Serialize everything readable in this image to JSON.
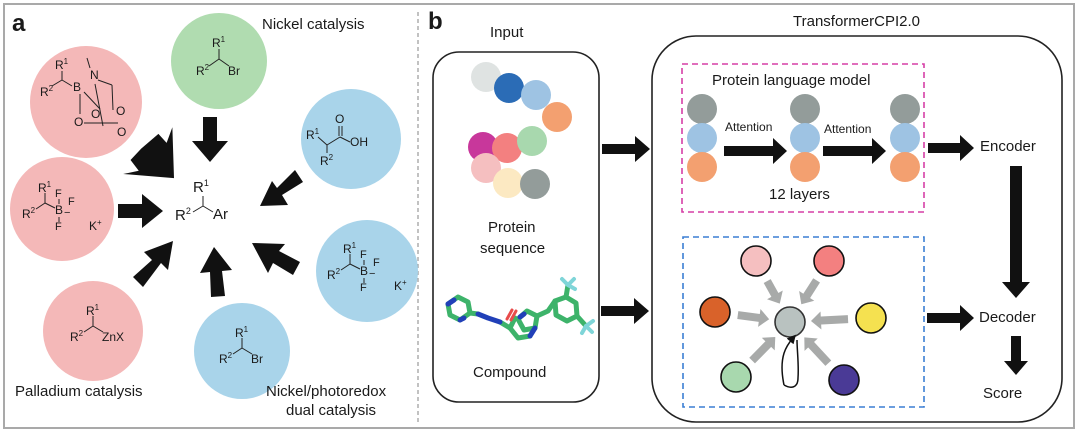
{
  "panel_a": {
    "label": "a",
    "product": {
      "r1": "R",
      "r1_sup": "1",
      "r2": "R",
      "r2_sup": "2",
      "group": "Ar"
    },
    "captions": {
      "nickel": "Nickel catalysis",
      "palladium": "Palladium catalysis",
      "photoredox_line1": "Nickel/photoredox",
      "photoredox_line2": "dual catalysis"
    },
    "reagents": [
      {
        "name": "MIDA boronate",
        "catalysis": "Palladium catalysis",
        "color": "#f4b8b8",
        "leaving_group": "B(MIDA)"
      },
      {
        "name": "Alkyl bromide",
        "catalysis": "Nickel catalysis",
        "color": "#b0dcb0",
        "leaving_group": "Br"
      },
      {
        "name": "Carboxylic acid",
        "catalysis": "Nickel/photoredox dual catalysis",
        "color": "#a9d4ea",
        "leaving_group": "OH"
      },
      {
        "name": "Trifluoroborate salt",
        "catalysis": "Palladium catalysis",
        "color": "#f4b8b8",
        "leaving_group": "BF3- K+"
      },
      {
        "name": "Trifluoroborate salt",
        "catalysis": "Nickel/photoredox dual catalysis",
        "color": "#a9d4ea",
        "leaving_group": "BF3- K+"
      },
      {
        "name": "Organozinc",
        "catalysis": "Palladium catalysis",
        "color": "#f4b8b8",
        "leaving_group": "ZnX"
      },
      {
        "name": "Alkyl bromide",
        "catalysis": "Nickel/photoredox dual catalysis",
        "color": "#a9d4ea",
        "leaving_group": "Br"
      }
    ],
    "atoms": {
      "R": "R",
      "one": "1",
      "two": "2",
      "Br": "Br",
      "B": "B",
      "N": "N",
      "O": "O",
      "OH": "OH",
      "F": "F",
      "K": "K",
      "plus": "+",
      "minus": "−",
      "ZnX": "ZnX"
    }
  },
  "panel_b": {
    "label": "b",
    "input_title": "Input",
    "protein_caption_line1": "Protein",
    "protein_caption_line2": "sequence",
    "compound_caption": "Compound",
    "model_title": "TransformerCPI2.0",
    "plm_title": "Protein language model",
    "attention_label_1": "Attention",
    "attention_label_2": "Attention",
    "layers_label": "12 layers",
    "encoder_label": "Encoder",
    "decoder_label": "Decoder",
    "score_label": "Score",
    "colors": {
      "plm_border": "#d63fa6",
      "graph_border": "#3b7fd4",
      "arrow": "#111111",
      "gray_arrow": "#a8aaa9"
    },
    "protein_residue_colors": [
      "#dfe3e2",
      "#2b6cb6",
      "#9ec3e3",
      "#f3a070",
      "#c8379b",
      "#f38080",
      "#a8d8ae",
      "#f5bfc0",
      "#fce9c2",
      "#939c9a"
    ],
    "token_colors": [
      "#939c9a",
      "#9ec3e3",
      "#f3a070"
    ],
    "graph_nodes": {
      "center": "#b9c2c0",
      "neighbors": [
        "#f5bfc0",
        "#f38080",
        "#d9622a",
        "#f5e150",
        "#a8d8ae",
        "#4a3a96"
      ]
    }
  }
}
